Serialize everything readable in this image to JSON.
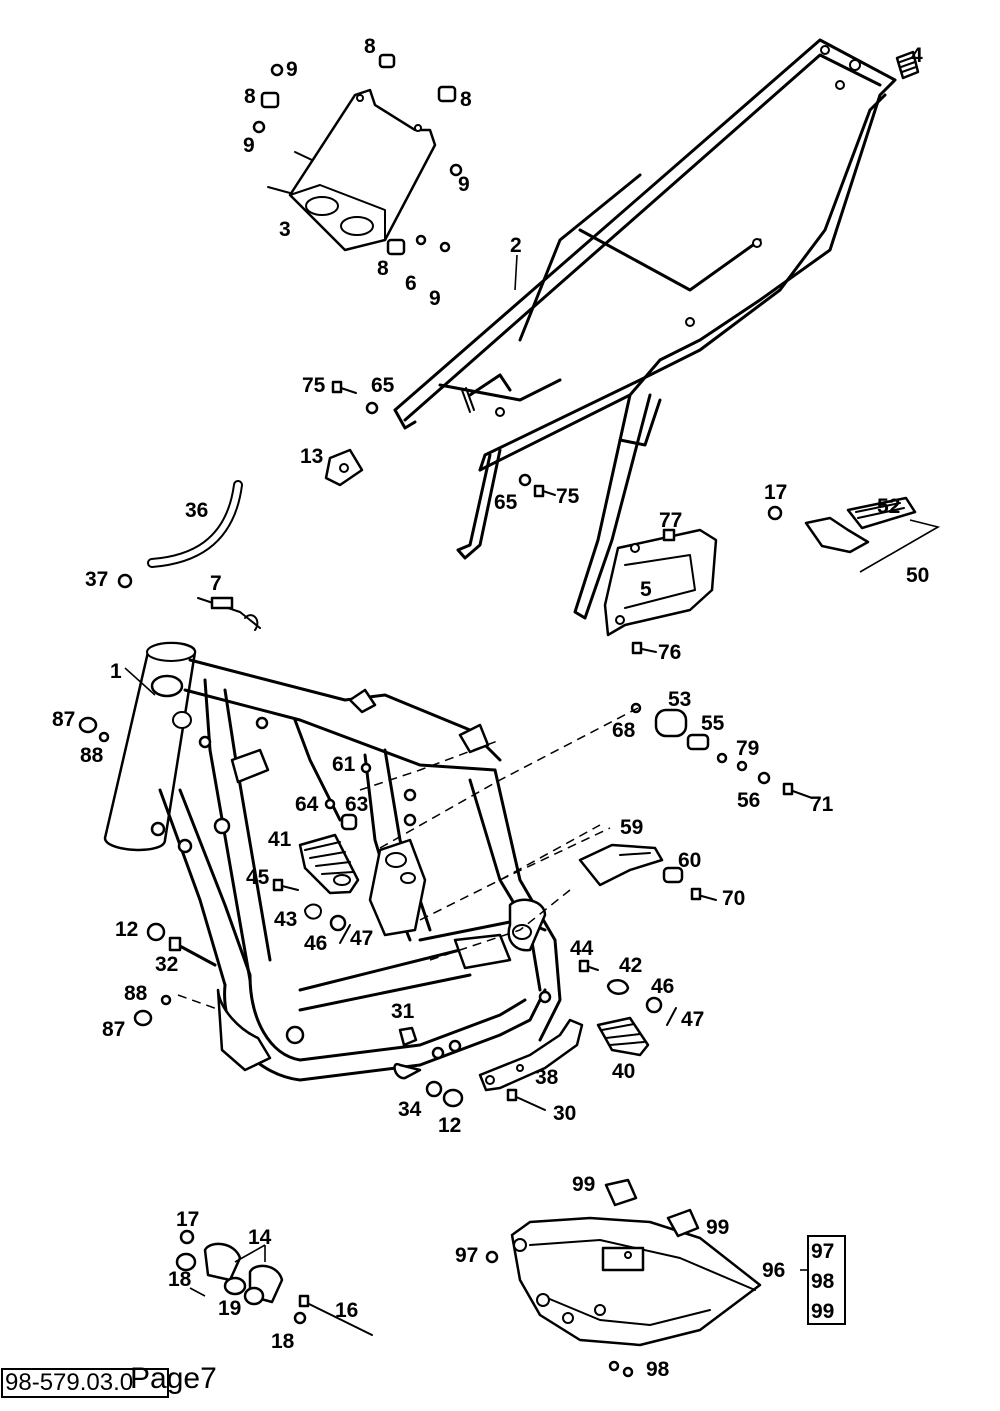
{
  "footer": {
    "code": "98-579.03.0",
    "page": "Page7"
  },
  "set_items": [
    "97",
    "98",
    "99"
  ],
  "callouts": {
    "c8a": "8",
    "c9a": "9",
    "c8b": "8",
    "c8c": "8",
    "c9b": "9",
    "c9c": "9",
    "c3": "3",
    "c8d": "8",
    "c6": "6",
    "c9d": "9",
    "c4": "4",
    "c2": "2",
    "c75a": "75",
    "c65a": "65",
    "c13": "13",
    "c65b": "65",
    "c75b": "75",
    "c36": "36",
    "c37": "37",
    "c7": "7",
    "c17a": "17",
    "c52": "52",
    "c50": "50",
    "c77": "77",
    "c5": "5",
    "c76": "76",
    "c1": "1",
    "c87a": "87",
    "c88a": "88",
    "c53": "53",
    "c68": "68",
    "c55": "55",
    "c79": "79",
    "c56": "56",
    "c71": "71",
    "c61": "61",
    "c64": "64",
    "c63": "63",
    "c41": "41",
    "c59": "59",
    "c60": "60",
    "c70": "70",
    "c45": "45",
    "c43": "43",
    "c46a": "46",
    "c47a": "47",
    "c12a": "12",
    "c32": "32",
    "c44": "44",
    "c42": "42",
    "c46b": "46",
    "c47b": "47",
    "c88b": "88",
    "c87b": "87",
    "c31": "31",
    "c38": "38",
    "c40": "40",
    "c34": "34",
    "c12b": "12",
    "c30": "30",
    "c99a": "99",
    "c99b": "99",
    "c97": "97",
    "c96": "96",
    "c98": "98",
    "c17b": "17",
    "c14": "14",
    "c18a": "18",
    "c19": "19",
    "c16": "16",
    "c18b": "18"
  }
}
